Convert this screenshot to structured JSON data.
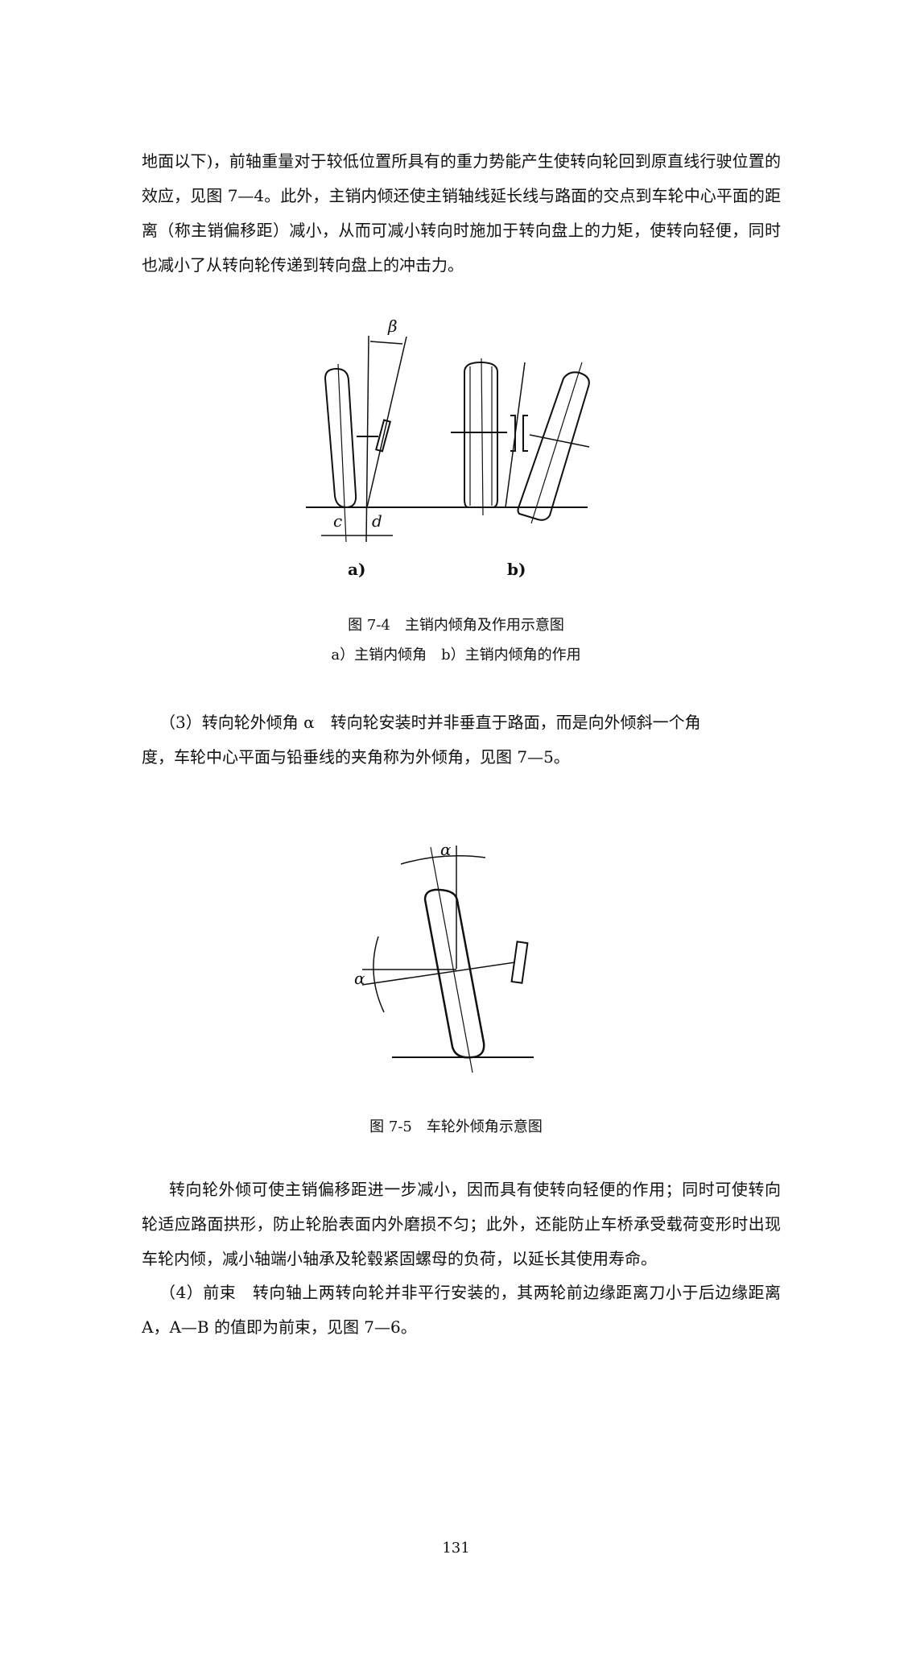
{
  "paragraph_1": [
    "地面以下)，前轴重量对于较低位置所具有的重力势能产生使转向轮回到原直线行驶位置的",
    "效应，见图 7—4。此外，主销内倾还使主销轴线延长线与路面的交点到车轮中心平面的距",
    "离（称主销偏移距）减小，从而可减小转向时施加于转向盘上的力矩，使转向轻便，同时",
    "也减小了从转向轮传递到转向盘上的冲击力。"
  ],
  "figure_7_4": {
    "labels": {
      "beta": "β",
      "c": "c",
      "d": "d",
      "a": "a)",
      "b": "b)"
    },
    "caption": "图 7-4　主销内倾角及作用示意图",
    "subcaption": "a）主销内倾角　b）主销内倾角的作用"
  },
  "paragraph_2": [
    "（3）转向轮外倾角 α　转向轮安装时并非垂直于路面，而是向外倾斜一个角",
    "度，车轮中心平面与铅垂线的夹角称为外倾角，见图 7—5。"
  ],
  "figure_7_5": {
    "labels": {
      "alpha_top": "α",
      "alpha_left": "α"
    },
    "caption": "图 7-5　车轮外倾角示意图"
  },
  "paragraph_3": [
    "转向轮外倾可使主销偏移距进一步减小，因而具有使转向轻便的作用；同时可使转向",
    "轮适应路面拱形，防止轮胎表面内外磨损不匀；此外，还能防止车桥承受载荷变形时出现",
    "车轮内倾，减小轴端小轴承及轮毂紧固螺母的负荷，以延长其使用寿命。",
    "（4）前束　转向轴上两转向轮并非平行安装的，其两轮前边缘距离刀小于后边缘距离",
    "A，A—B 的值即为前束，见图 7—6。"
  ],
  "page_number": "131"
}
